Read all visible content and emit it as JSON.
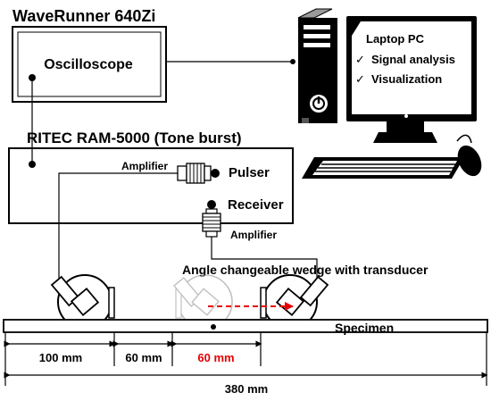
{
  "oscilloscope": {
    "model": "WaveRunner 640Zi",
    "label": "Oscilloscope"
  },
  "pulser_receiver": {
    "title": "RITEC RAM-5000 (Tone burst)",
    "amplifier_top": "Amplifier",
    "pulser": "Pulser",
    "receiver": "Receiver",
    "amplifier_bottom": "Amplifier"
  },
  "computer": {
    "title": "Laptop PC",
    "items": [
      {
        "check": "✓",
        "text": "Signal analysis"
      },
      {
        "check": "✓",
        "text": "Visualization"
      }
    ]
  },
  "setup": {
    "wedge_label": "Angle changeable wedge with transducer",
    "specimen_label": "Specimen",
    "dimensions": {
      "segment_1": "100 mm",
      "segment_2": "60 mm",
      "segment_3": "60 mm",
      "total": "380 mm"
    }
  },
  "colors": {
    "line": "#000000",
    "highlight": "#e60000",
    "ghost": "#b4b4b4"
  }
}
